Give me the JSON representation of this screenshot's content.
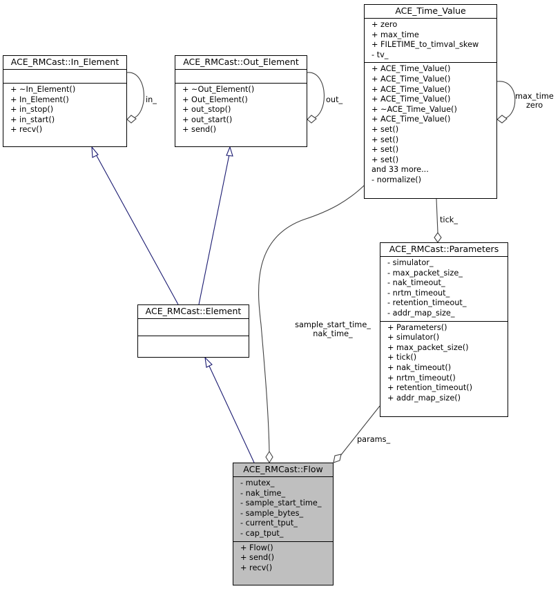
{
  "colors": {
    "inheritance_edge": "#191970",
    "usage_edge": "#404040",
    "focus_fill": "#bfbfbf",
    "node_fill": "#ffffff"
  },
  "nodes": {
    "in_element": {
      "title": "ACE_RMCast::In_Element",
      "attributes": [],
      "methods": [
        "+ ~In_Element()",
        "+ In_Element()",
        "+ in_stop()",
        "+ in_start()",
        "+ recv()"
      ]
    },
    "out_element": {
      "title": "ACE_RMCast::Out_Element",
      "attributes": [],
      "methods": [
        "+ ~Out_Element()",
        "+ Out_Element()",
        "+ out_stop()",
        "+ out_start()",
        "+ send()"
      ]
    },
    "time_value": {
      "title": "ACE_Time_Value",
      "attributes": [
        "+ zero",
        "+ max_time",
        "+ FILETIME_to_timval_skew",
        "- tv_"
      ],
      "methods": [
        "+ ACE_Time_Value()",
        "+ ACE_Time_Value()",
        "+ ACE_Time_Value()",
        "+ ACE_Time_Value()",
        "+ ~ACE_Time_Value()",
        "+ ACE_Time_Value()",
        "+ set()",
        "+ set()",
        "+ set()",
        "+ set()",
        "and 33 more...",
        "- normalize()"
      ]
    },
    "parameters": {
      "title": "ACE_RMCast::Parameters",
      "attributes": [
        "- simulator_",
        "- max_packet_size_",
        "- nak_timeout_",
        "- nrtm_timeout_",
        "- retention_timeout_",
        "- addr_map_size_"
      ],
      "methods": [
        "+ Parameters()",
        "+ simulator()",
        "+ max_packet_size()",
        "+ tick()",
        "+ nak_timeout()",
        "+ nrtm_timeout()",
        "+ retention_timeout()",
        "+ addr_map_size()"
      ]
    },
    "element": {
      "title": "ACE_RMCast::Element",
      "attributes": [],
      "methods": []
    },
    "flow": {
      "title": "ACE_RMCast::Flow",
      "attributes": [
        "- mutex_",
        "- nak_time_",
        "- sample_start_time_",
        "- sample_bytes_",
        "- current_tput_",
        "- cap_tput_"
      ],
      "methods": [
        "+ Flow()",
        "+ send()",
        "+ recv()"
      ]
    }
  },
  "edge_labels": {
    "in_self": "in_",
    "out_self": "out_",
    "time_self_1": "max_time",
    "time_self_2": "zero",
    "tick": "tick_",
    "time_to_flow_1": "sample_start_time_",
    "time_to_flow_2": "nak_time_",
    "params": "params_"
  },
  "edges": [
    {
      "from": "ACE_RMCast::In_Element",
      "to": "ACE_RMCast::Element",
      "kind": "inheritance"
    },
    {
      "from": "ACE_RMCast::Out_Element",
      "to": "ACE_RMCast::Element",
      "kind": "inheritance"
    },
    {
      "from": "ACE_RMCast::Element",
      "to": "ACE_RMCast::Flow",
      "kind": "inheritance"
    },
    {
      "from": "ACE_Time_Value",
      "to": "ACE_RMCast::Parameters",
      "kind": "aggregation",
      "label": "tick_"
    },
    {
      "from": "ACE_Time_Value",
      "to": "ACE_RMCast::Flow",
      "kind": "aggregation",
      "label": "sample_start_time_ nak_time_"
    },
    {
      "from": "ACE_RMCast::Parameters",
      "to": "ACE_RMCast::Flow",
      "kind": "aggregation",
      "label": "params_"
    },
    {
      "from": "ACE_RMCast::In_Element",
      "to": "ACE_RMCast::In_Element",
      "kind": "aggregation",
      "label": "in_"
    },
    {
      "from": "ACE_RMCast::Out_Element",
      "to": "ACE_RMCast::Out_Element",
      "kind": "aggregation",
      "label": "out_"
    },
    {
      "from": "ACE_Time_Value",
      "to": "ACE_Time_Value",
      "kind": "aggregation",
      "label": "max_time zero"
    }
  ]
}
